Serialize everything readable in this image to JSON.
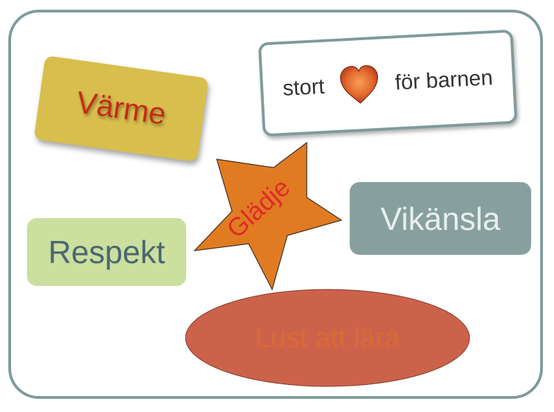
{
  "shapes": {
    "varme": {
      "label": "Värme"
    },
    "stort": {
      "before": "stort",
      "after": "för barnen",
      "icon": "heart-icon"
    },
    "gladje": {
      "label": "Glädje"
    },
    "vikansla": {
      "label": "Vikänsla"
    },
    "respekt": {
      "label": "Respekt"
    },
    "lust": {
      "label": "Lust att lära"
    }
  },
  "colors": {
    "frame": "#7f9b9b",
    "varme_bg": "#d8be4c",
    "star_fill": "#e07b22",
    "vikansla_bg": "#87a09e",
    "respekt_bg": "#cbdf9f",
    "ellipse_fill": "#cd624b"
  }
}
